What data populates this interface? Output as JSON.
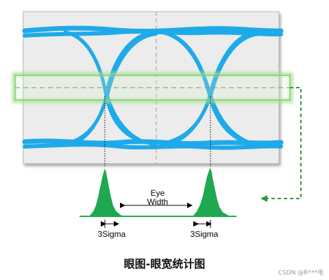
{
  "labels": {
    "eye_width_line1": "Eye",
    "eye_width_line2": "Width",
    "sigma_left": "3Sigma",
    "sigma_right": "3Sigma"
  },
  "caption": "眼图-眼宽统计图",
  "watermark": "CSDN @R***电",
  "colors": {
    "trace": "#1eaaea",
    "panel": "#ececec",
    "panel_border": "#b8b8b8",
    "window_border": "#7ecb6a",
    "histogram": "#1fa84f",
    "arrow": "#2e9a38"
  }
}
